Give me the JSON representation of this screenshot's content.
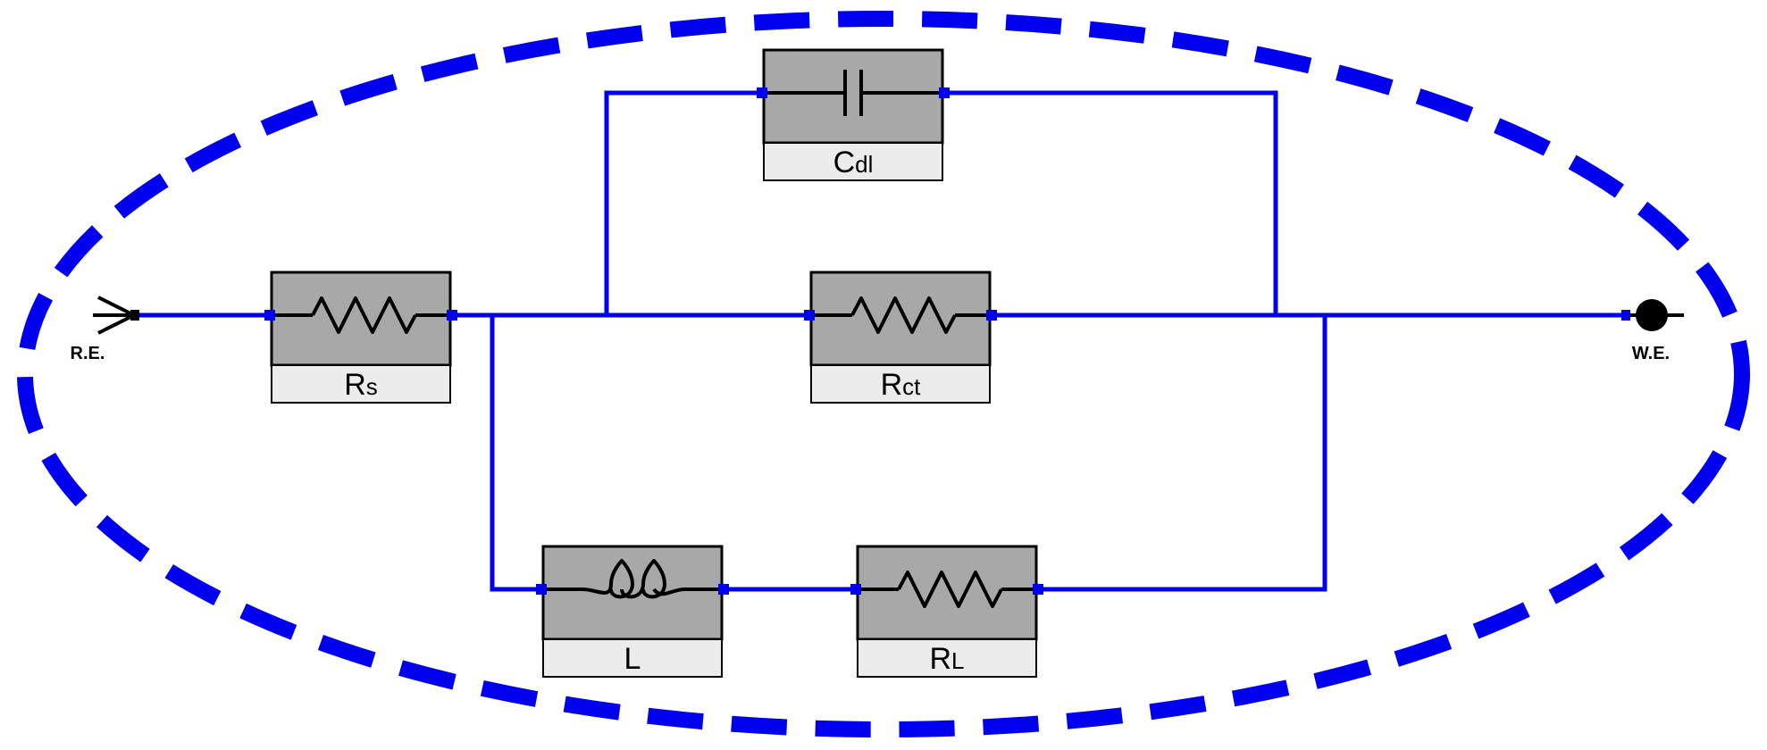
{
  "colors": {
    "boundary": "#0000ee",
    "wire": "#0000ee",
    "component_fill": "#a8a8a8",
    "label_fill": "#ececec",
    "symbol": "#000000"
  },
  "terminals": {
    "reference": {
      "label": "R.E.",
      "icon": "arrow-terminal-icon"
    },
    "working": {
      "label": "W.E.",
      "icon": "filled-circle-terminal-icon"
    }
  },
  "components": {
    "rs": {
      "label": "R",
      "sub": "s",
      "type": "resistor",
      "icon": "resistor-icon"
    },
    "cdl": {
      "label": "C",
      "sub": "dl",
      "type": "capacitor",
      "icon": "capacitor-icon"
    },
    "rct": {
      "label": "R",
      "sub": "ct",
      "type": "resistor",
      "icon": "resistor-icon"
    },
    "l": {
      "label": "L",
      "sub": "",
      "type": "inductor",
      "icon": "inductor-icon"
    },
    "rl": {
      "label": "R",
      "sub": "L",
      "type": "resistor",
      "icon": "resistor-icon"
    }
  },
  "connections": [
    [
      "reference",
      "rs"
    ],
    [
      "rs",
      "cdl|rct|l"
    ],
    [
      "l",
      "rl"
    ],
    [
      "cdl|rct|rl",
      "working"
    ]
  ]
}
